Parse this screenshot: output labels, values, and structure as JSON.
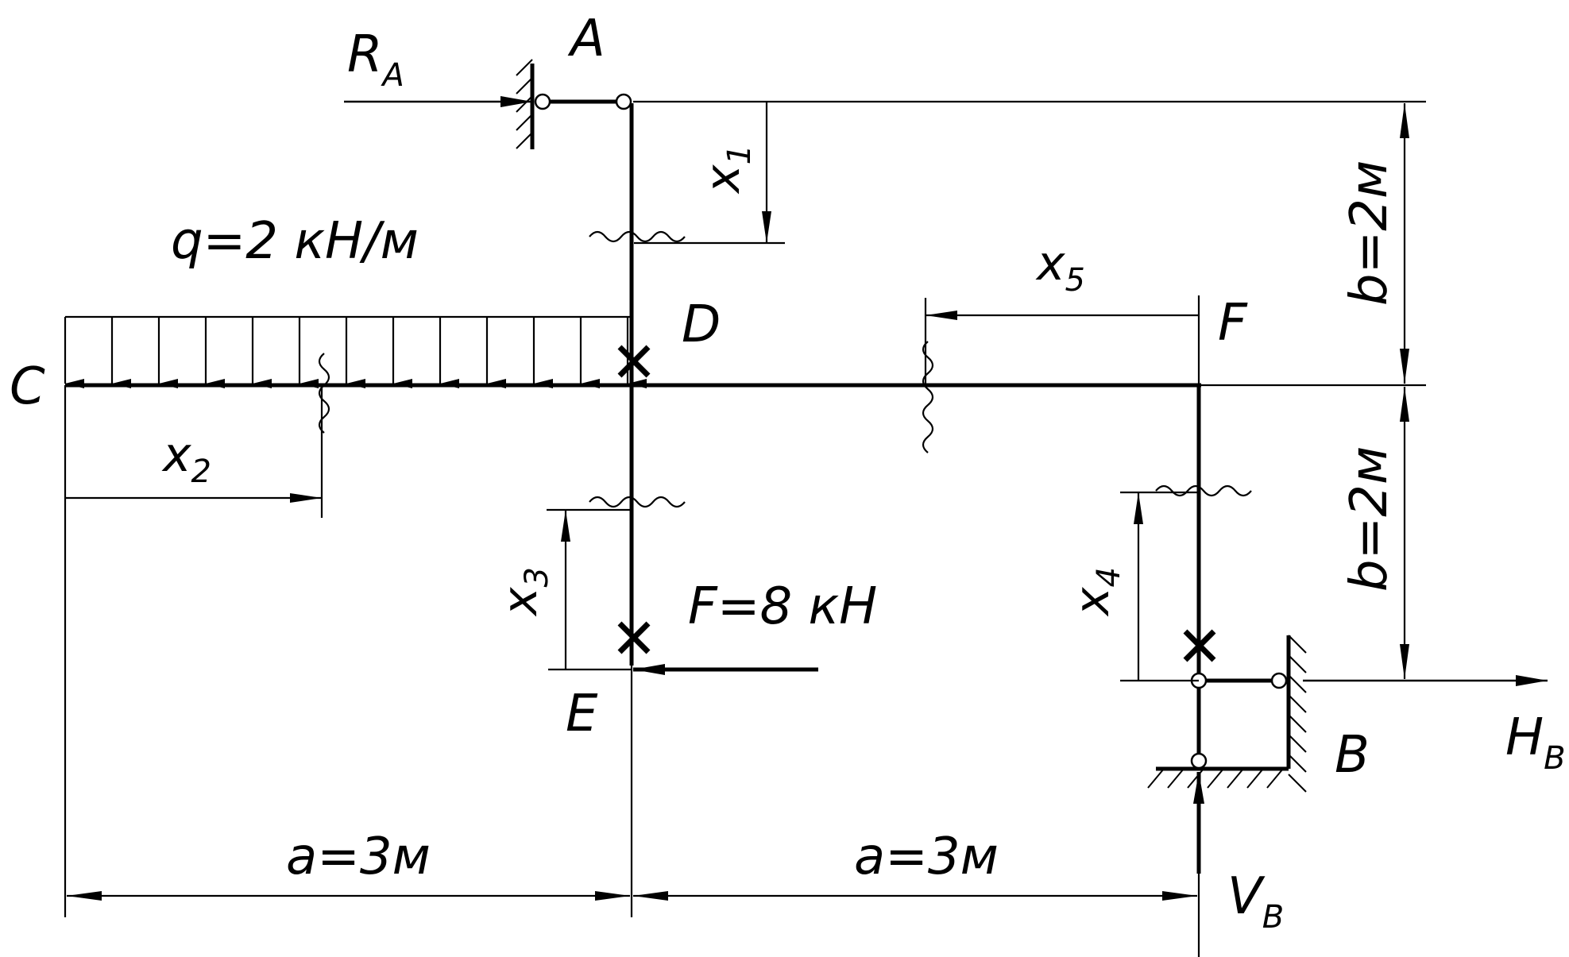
{
  "points": {
    "a": "A",
    "b": "B",
    "c": "C",
    "d": "D",
    "e": "E",
    "f": "F"
  },
  "reactions": {
    "ra_main": "R",
    "ra_sub": "A",
    "hb_main": "H",
    "hb_sub": "B",
    "vb_main": "V",
    "vb_sub": "B"
  },
  "loads": {
    "distributed": "q=2 кН/м",
    "force": "F=8 кН"
  },
  "coordinates": [
    {
      "main": "x",
      "sub": "1"
    },
    {
      "main": "x",
      "sub": "2"
    },
    {
      "main": "x",
      "sub": "3"
    },
    {
      "main": "x",
      "sub": "4"
    },
    {
      "main": "x",
      "sub": "5"
    }
  ],
  "dimensions": {
    "horizontal_left": "a=3м",
    "horizontal_right": "a=3м",
    "vertical_top": "b=2м",
    "vertical_bottom": "b=2м"
  }
}
